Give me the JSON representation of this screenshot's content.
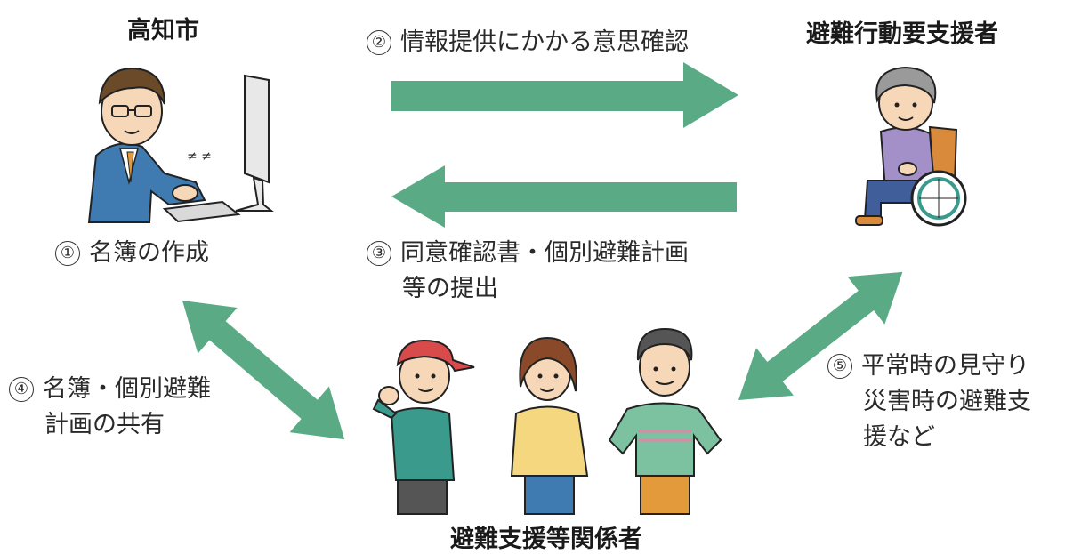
{
  "nodes": {
    "city": {
      "label": "高知市"
    },
    "requester": {
      "label": "避難行動要支援者"
    },
    "supporters": {
      "label": "避難支援等関係者"
    }
  },
  "steps": [
    {
      "num": "①",
      "lines": [
        "名簿の作成"
      ]
    },
    {
      "num": "②",
      "lines": [
        "情報提供にかかる意思確認"
      ]
    },
    {
      "num": "③",
      "lines": [
        "同意確認書・個別避難計画",
        "等の提出"
      ]
    },
    {
      "num": "④",
      "lines": [
        "名簿・個別避難",
        "計画の共有"
      ]
    },
    {
      "num": "⑤",
      "lines": [
        "平常時の見守り",
        "災害時の避難支",
        "援など"
      ]
    }
  ],
  "colors": {
    "arrow": "#5aaa86",
    "teal_shirt": "#3a9a8c",
    "blue_suit": "#3f7bb0",
    "purple": "#a490c8",
    "yellow": "#f4d77e",
    "green_shirt": "#7cc2a0"
  },
  "icons": [
    "office-worker-illustration",
    "elderly-wheelchair-illustration",
    "three-supporters-illustration"
  ]
}
